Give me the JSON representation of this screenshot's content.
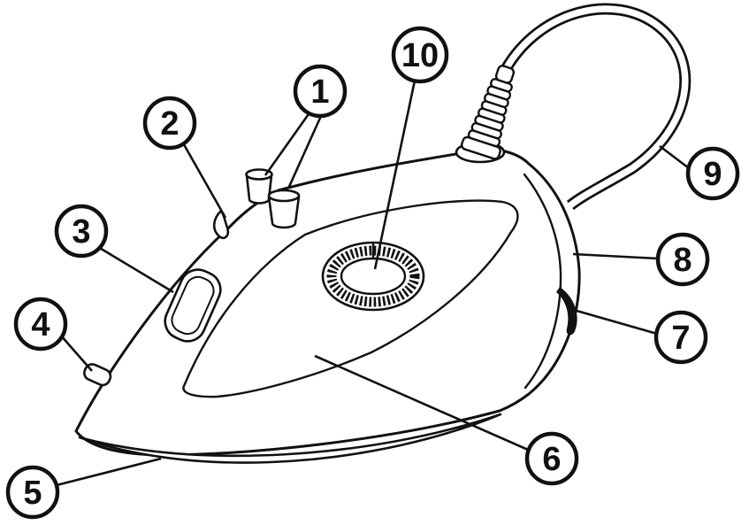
{
  "colors": {
    "background": "#ffffff",
    "line": "#111111"
  },
  "callouts": [
    {
      "label": "1"
    },
    {
      "label": "2"
    },
    {
      "label": "3"
    },
    {
      "label": "4"
    },
    {
      "label": "5"
    },
    {
      "label": "6"
    },
    {
      "label": "7"
    },
    {
      "label": "8"
    },
    {
      "label": "9"
    },
    {
      "label": "10"
    }
  ]
}
